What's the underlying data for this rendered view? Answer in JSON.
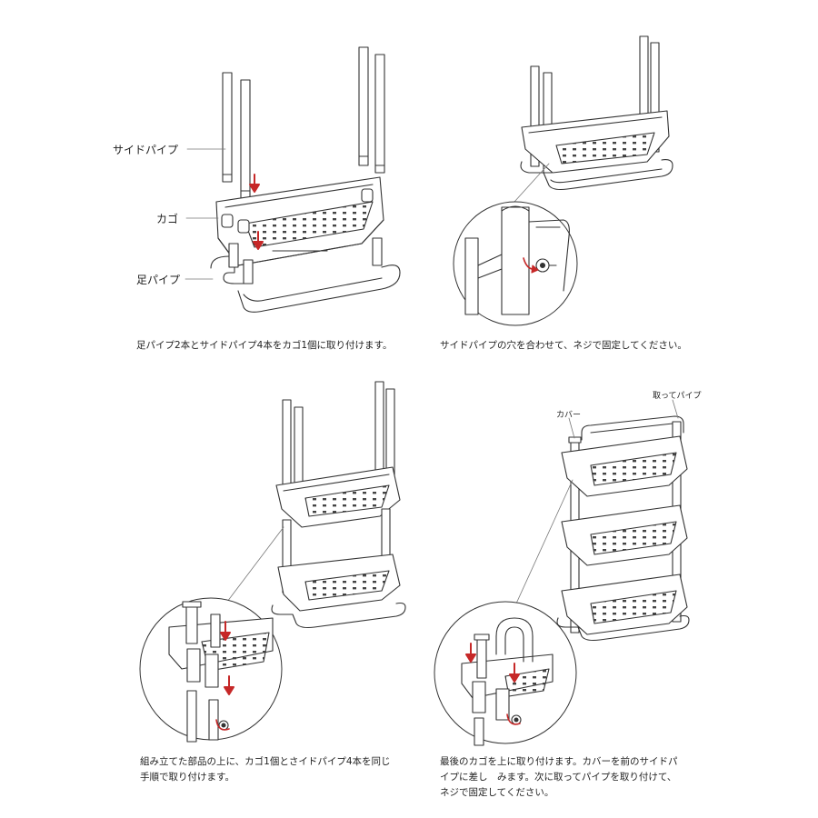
{
  "step1": {
    "label_side_pipe": "サイドパイプ",
    "label_basket": "カゴ",
    "label_foot_pipe": "足パイプ",
    "caption": "足パイプ2本とサイドパイプ4本をカゴ1個に取り付けます。"
  },
  "step2": {
    "caption": "サイドパイプの穴を合わせて、ネジで固定してください。"
  },
  "step3": {
    "caption_line1": "組み立てた部品の上に、カゴ1個とさイドパイプ4本を同じ",
    "caption_line2": "手順で取り付けます。"
  },
  "step4": {
    "label_cover": "カバー",
    "label_handle_pipe": "取ってパイプ",
    "caption_line1": "最後のカゴを上に取り付けます。カバーを前のサイドパ",
    "caption_line2": "イプに差し　みます。次に取ってパイプを取り付けて、",
    "caption_line3": "ネジで固定してください。"
  },
  "colors": {
    "line": "#333333",
    "arrow": "#c62828",
    "leader": "#777777"
  }
}
